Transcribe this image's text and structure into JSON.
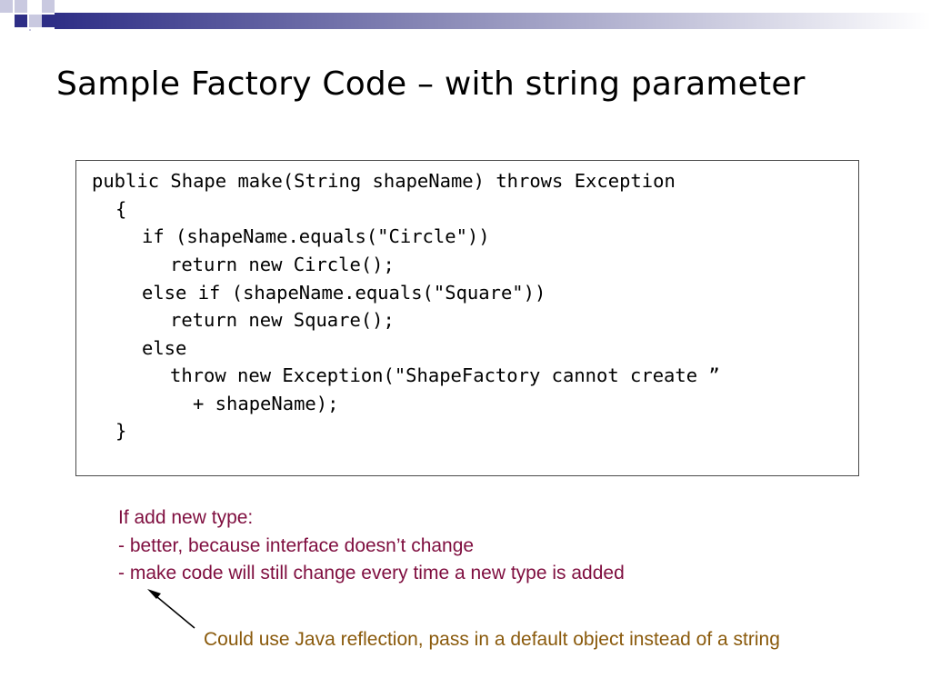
{
  "slide": {
    "title": "Sample Factory Code – with string parameter",
    "accent_color": "#2e2e86",
    "code_lines": [
      "public Shape make(String shapeName) throws Exception",
      "{",
      "if (shapeName.equals(\"Circle\"))",
      "return new Circle();",
      "else if (shapeName.equals(\"Square\"))",
      "return new Square();",
      "else",
      "throw new Exception(\"ShapeFactory cannot create ”",
      "+ shapeName);",
      "}"
    ],
    "notes": [
      "If add new type:",
      "- better, because interface doesn’t change",
      "- make code will still change every time a new type is added"
    ],
    "notes_color": "#7f0e3f",
    "reflection_note": "Could use Java reflection, pass in a default object instead of a string",
    "reflection_note_color": "#8a5a0c"
  }
}
